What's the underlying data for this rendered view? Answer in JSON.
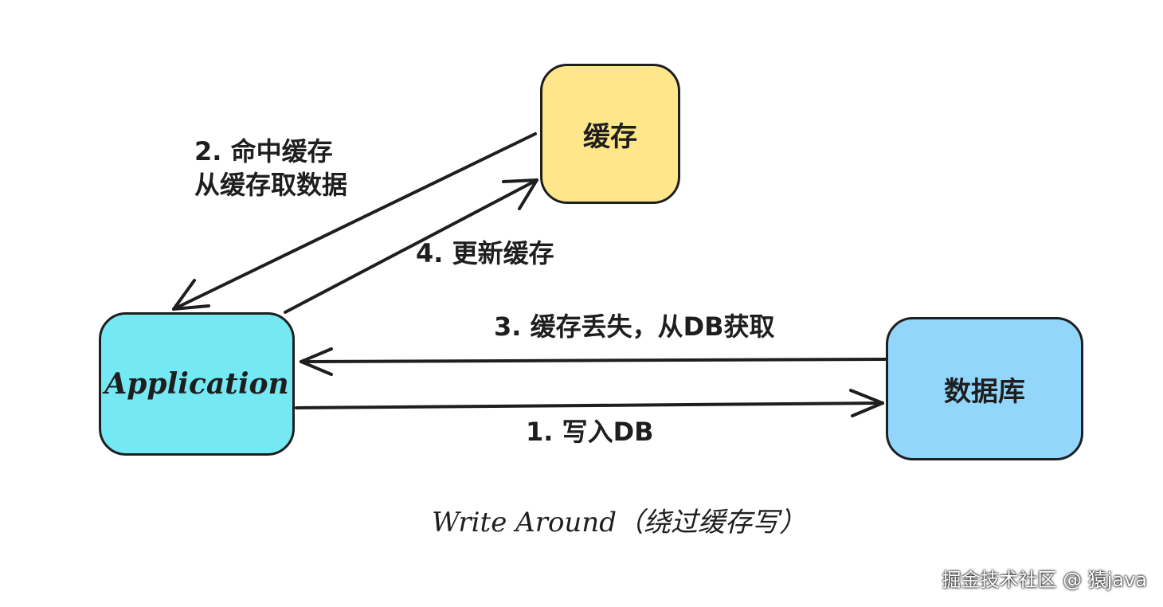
{
  "diagram": {
    "nodes": {
      "application": {
        "label": "Application",
        "color": "#74e8f3"
      },
      "cache": {
        "label": "缓存",
        "color": "#fde78a"
      },
      "database": {
        "label": "数据库",
        "color": "#93d6fb"
      }
    },
    "edges": {
      "step1": {
        "label": "1. 写入DB",
        "from": "Application",
        "to": "数据库"
      },
      "step2": {
        "label_line1": "2. 命中缓存",
        "label_line2": "从缓存取数据",
        "from": "缓存",
        "to": "Application"
      },
      "step3": {
        "label": "3. 缓存丢失，从DB获取",
        "from": "数据库",
        "to": "Application"
      },
      "step4": {
        "label": "4. 更新缓存",
        "from": "Application",
        "to": "缓存"
      }
    },
    "caption": "Write Around（绕过缓存写）",
    "stroke_color": "#1e1e1e"
  },
  "watermark": "掘金技术社区 @ 猿java"
}
